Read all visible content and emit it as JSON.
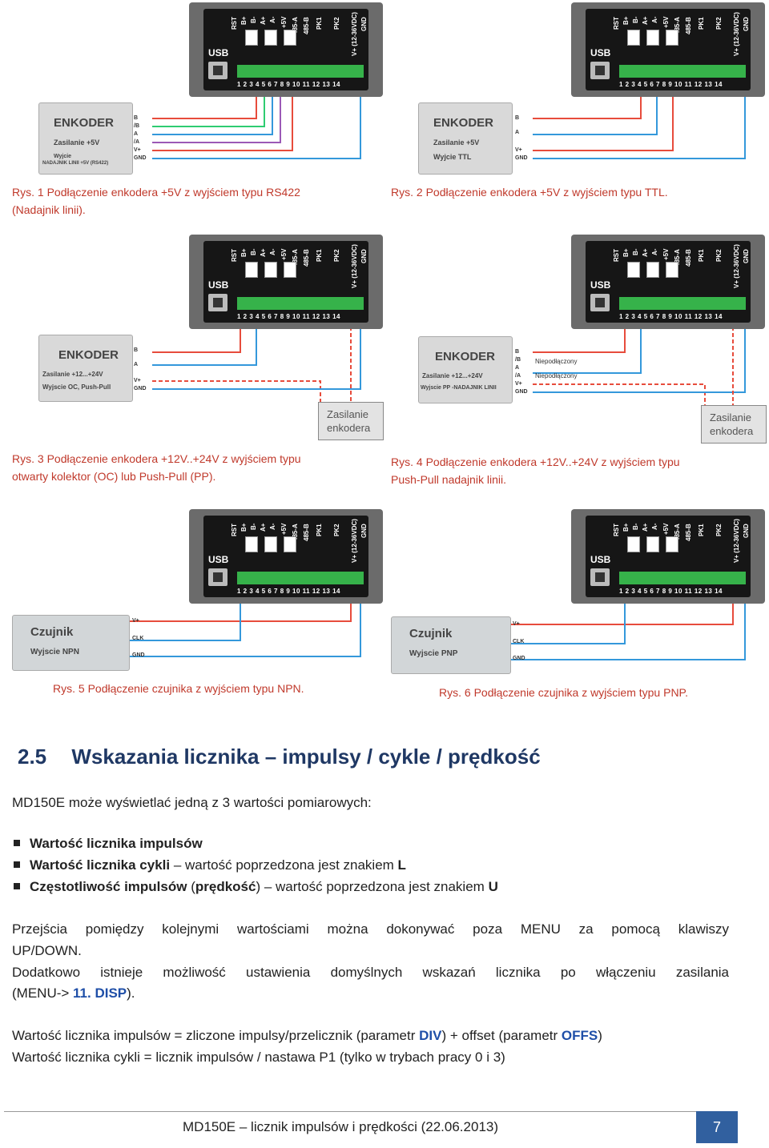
{
  "device": {
    "usb_label": "USB",
    "terminal_labels": [
      "RST",
      "B+",
      "B-",
      "A+",
      "A-",
      "+5V",
      "485-A",
      "485-B",
      "PK1",
      "PK2",
      "V+ (12-36VDC)",
      "GND"
    ],
    "terminal_numbers": "1 2 3 4 5 6 7 8 9 10 11 12 13 14"
  },
  "figures": [
    {
      "id": 1,
      "box_title": "ENKODER",
      "box_lines": [
        "Zasilanie +5V",
        "Wyjcie",
        "NADAJNIK LINII +5V (RS422)"
      ],
      "pins": [
        "B",
        "/B",
        "A",
        "/A",
        "V+",
        "GND"
      ],
      "caption_line1": "Rys. 1 Podłączenie enkodera +5V z wyjściem typu RS422",
      "caption_line2": "(Nadajnik linii)."
    },
    {
      "id": 2,
      "box_title": "ENKODER",
      "box_lines": [
        "Zasilanie +5V",
        "Wyjcie TTL"
      ],
      "pins": [
        "B",
        "A",
        "V+",
        "GND"
      ],
      "caption_line1": "Rys. 2 Podłączenie enkodera +5V z wyjściem typu TTL.",
      "caption_line2": ""
    },
    {
      "id": 3,
      "box_title": "ENKODER",
      "box_lines": [
        "Zasilanie +12...+24V",
        "Wyjscie OC, Push-Pull"
      ],
      "pins": [
        "B",
        "A",
        "V+",
        "GND"
      ],
      "supply": [
        "Zasilanie",
        "enkodera"
      ],
      "caption_line1": "Rys. 3 Podłączenie enkodera +12V..+24V  z wyjściem typu",
      "caption_line2": "otwarty kolektor (OC) lub Push-Pull (PP)."
    },
    {
      "id": 4,
      "box_title": "ENKODER",
      "box_lines": [
        "Zasilanie +12...+24V",
        "Wyjscie PP -NADAJNIK LINII"
      ],
      "pins": [
        "B",
        "/B",
        "A",
        "/A",
        "V+",
        "GND"
      ],
      "not_connected": "Niepodłączony",
      "supply": [
        "Zasilanie",
        "enkodera"
      ],
      "caption_line1": "Rys. 4 Podłączenie enkodera +12V..+24V z wyjściem typu",
      "caption_line2": "Push-Pull nadajnik linii."
    },
    {
      "id": 5,
      "box_title": "Czujnik",
      "box_lines": [
        "Wyjscie NPN"
      ],
      "pins": [
        "V+",
        "CLK",
        "GND"
      ],
      "caption_line1": "Rys. 5 Podłączenie czujnika z wyjściem typu NPN.",
      "caption_line2": ""
    },
    {
      "id": 6,
      "box_title": "Czujnik",
      "box_lines": [
        "Wyjscie PNP"
      ],
      "pins": [
        "V+",
        "CLK",
        "GND"
      ],
      "caption_line1": "Rys. 6 Podłączenie czujnika z wyjściem typu PNP.",
      "caption_line2": ""
    }
  ],
  "section": {
    "number": "2.5",
    "title": "Wskazania licznika – impulsy / cykle / prędkość",
    "intro": "MD150E może wyświetlać jedną z 3 wartości pomiarowych:",
    "bullets": [
      {
        "bold": "Wartość licznika impulsów",
        "rest": "",
        "key": ""
      },
      {
        "bold": "Wartość licznika cykli",
        "rest": " – wartość poprzedzona jest znakiem ",
        "key": "L"
      },
      {
        "bold": "Częstotliwość impulsów",
        "rest_a": " (",
        "bold2": "prędkość",
        "rest": ") – wartość poprzedzona jest znakiem ",
        "key": "U"
      }
    ],
    "para1_line1": "Przejścia pomiędzy kolejnymi wartościami można dokonywać poza MENU za pomocą klawiszy",
    "para1_line2": "UP/DOWN.",
    "para2_line1": "Dodatkowo istnieje możliwość ustawienia domyślnych wskazań licznika po włączeniu zasilania",
    "para2_line2_a": "(MENU-> ",
    "para2_line2_link": "11. DISP",
    "para2_line2_b": ").",
    "formula1_a": "Wartość licznika impulsów = zliczone impulsy/przelicznik (parametr ",
    "formula1_p1": "DIV",
    "formula1_b": ") + offset (parametr ",
    "formula1_p2": "OFFS",
    "formula1_c": ")",
    "formula2": "Wartość licznika cykli = licznik impulsów / nastawa P1  (tylko w trybach pracy 0  i 3)"
  },
  "footer": {
    "text": "MD150E – licznik impulsów i prędkości (22.06.2013)",
    "page": "7"
  },
  "colors": {
    "heading": "#1f3864",
    "caption": "#c0392b",
    "accent_blue": "#1f4fa8",
    "page_box": "#31609f",
    "terminal_green": "#36b24a"
  }
}
